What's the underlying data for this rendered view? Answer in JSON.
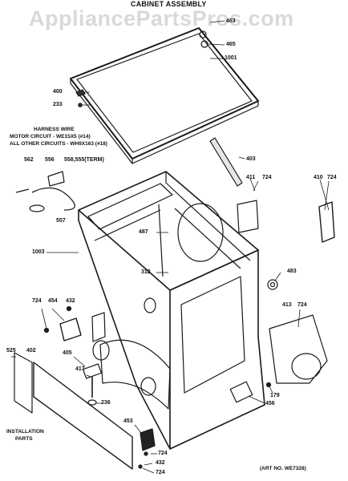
{
  "diagram": {
    "title": "CABINET ASSEMBLY",
    "watermark": "AppliancePartsPros.com",
    "art_no": "(ART NO. WE7328)",
    "harness": {
      "heading": "HARNESS WIRE",
      "motor_circuit": "MOTOR CIRCUIT - WE15X5 (#14)",
      "other_circuits": "ALL OTHER CIRCUITS - WH9X163 (#18)"
    },
    "installation_parts": "INSTALLATION\nPARTS",
    "installation_line1": "INSTALLATION",
    "installation_line2": "PARTS",
    "part_labels": [
      "463",
      "465",
      "1001",
      "400",
      "233",
      "562",
      "556",
      "558,555(TERM)",
      "557",
      "403",
      "411",
      "724",
      "410",
      "724",
      "487",
      "1003",
      "312",
      "483",
      "724",
      "454",
      "432",
      "413",
      "724",
      "525",
      "402",
      "405",
      "417",
      "236",
      "179",
      "456",
      "453",
      "724",
      "432",
      "724"
    ]
  },
  "colors": {
    "ink": "#1a1a1a",
    "paper": "#ffffff",
    "watermark": "#9a9a9a"
  }
}
